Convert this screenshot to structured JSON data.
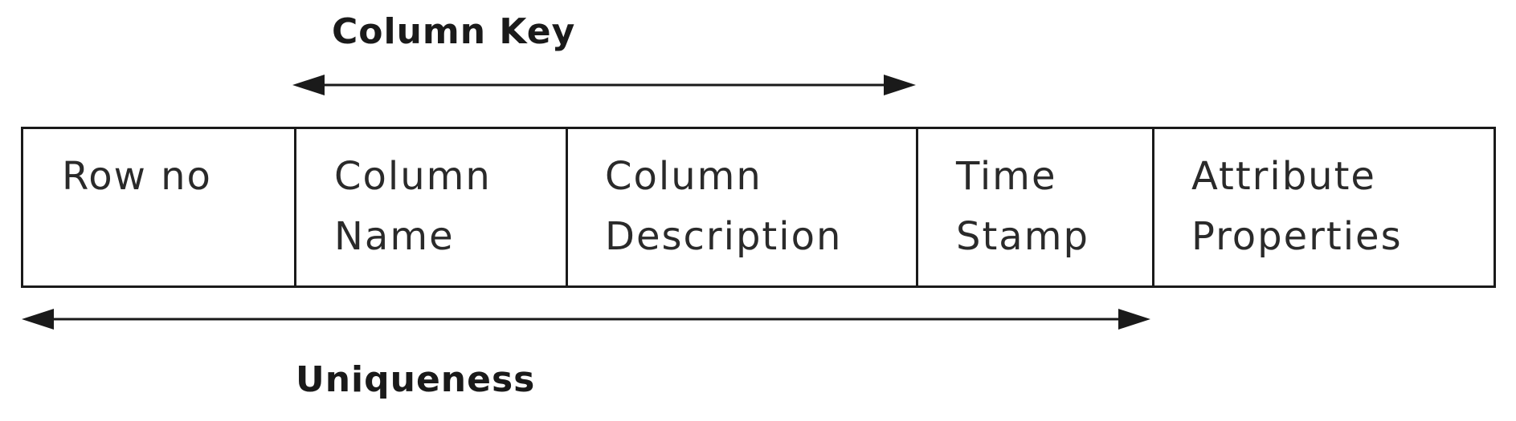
{
  "diagram": {
    "top_label": "Column Key",
    "bottom_label": "Uniqueness",
    "cells": [
      {
        "lines": [
          "Row no"
        ]
      },
      {
        "lines": [
          "Column",
          "Name"
        ]
      },
      {
        "lines": [
          "Column",
          "Description"
        ]
      },
      {
        "lines": [
          "Time",
          "Stamp"
        ]
      },
      {
        "lines": [
          "Attribute",
          "Properties"
        ]
      }
    ],
    "colors": {
      "ink": "#1a1a1a",
      "background": "#ffffff"
    }
  }
}
